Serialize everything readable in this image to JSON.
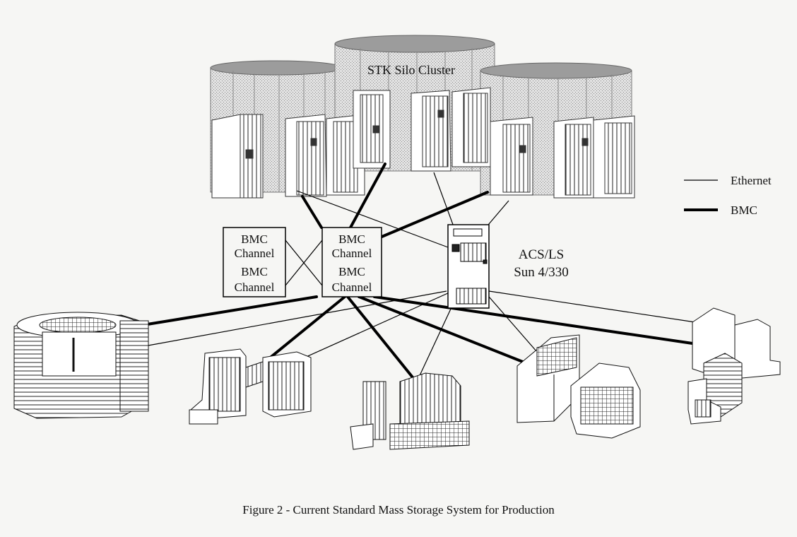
{
  "diagram": {
    "silo_cluster_label": "STK Silo Cluster",
    "channel_box_1": {
      "line1": "BMC",
      "line2": "Channel",
      "line3": "BMC",
      "line4": "Channel"
    },
    "channel_box_2": {
      "line1": "BMC",
      "line2": "Channel",
      "line3": "BMC",
      "line4": "Channel"
    },
    "server_label": {
      "line1": "ACS/LS",
      "line2": "Sun 4/330"
    },
    "legend": {
      "ethernet": "Ethernet",
      "bmc": "BMC"
    }
  },
  "caption": "Figure 2 - Current Standard Mass Storage System for Production"
}
